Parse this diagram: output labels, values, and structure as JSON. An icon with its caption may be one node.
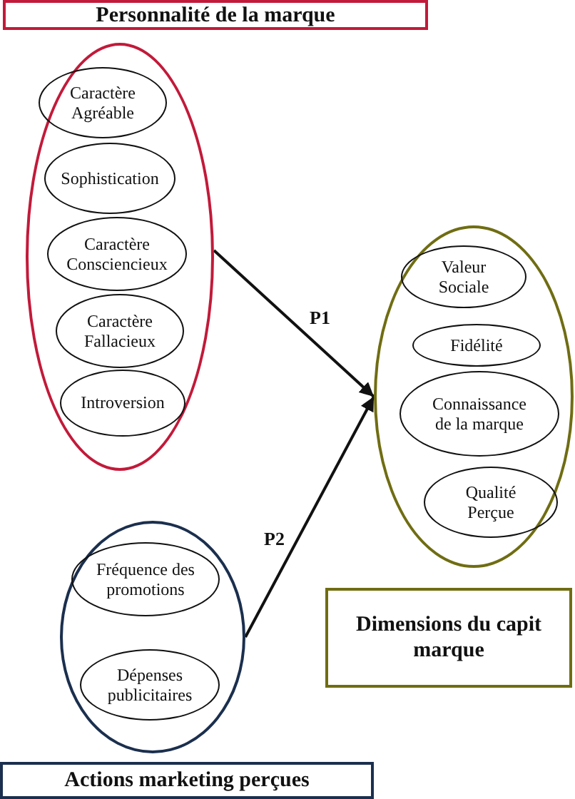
{
  "diagram": {
    "nodes": [
      {
        "text": [
          "Personnalité de la marque"
        ]
      },
      {
        "text": [],
        "shape": "ellipse"
      },
      {
        "text": [
          "Caractère Agréable"
        ],
        "in": 1
      },
      {
        "text": [
          "Sophistication"
        ],
        "in": 1
      },
      {
        "text": [
          "Caractère Consciencieux"
        ],
        "in": 1
      },
      {
        "text": [
          "Caractère Fallacieux"
        ],
        "in": 1
      },
      {
        "text": [
          "Introversion"
        ],
        "in": 1
      },
      {
        "text": [],
        "shape": "ellipse"
      },
      {
        "text": [
          "Valeur Sociale"
        ],
        "in": 7
      },
      {
        "text": [
          "Fidélité"
        ],
        "in": 7
      },
      {
        "text": [
          "Connaissance de la marque"
        ],
        "in": 7
      },
      {
        "text": [
          "Qualité Perçue"
        ],
        "in": 7
      },
      {
        "text": [],
        "shape": "ellipse"
      },
      {
        "text": [
          "Fréquence des promotions"
        ],
        "in": 12
      },
      {
        "text": [
          "Dépenses publicitaires"
        ],
        "in": 12
      },
      {
        "text": [
          "Dimensions du capit marque"
        ]
      },
      {
        "text": [
          "Actions marketing perçues"
        ]
      }
    ],
    "edges": [
      {
        "from": 1,
        "to": 7,
        "arrow": "to",
        "label": "P1"
      },
      {
        "from": 12,
        "to": 7,
        "arrow": "to",
        "label": "P2"
      }
    ]
  }
}
